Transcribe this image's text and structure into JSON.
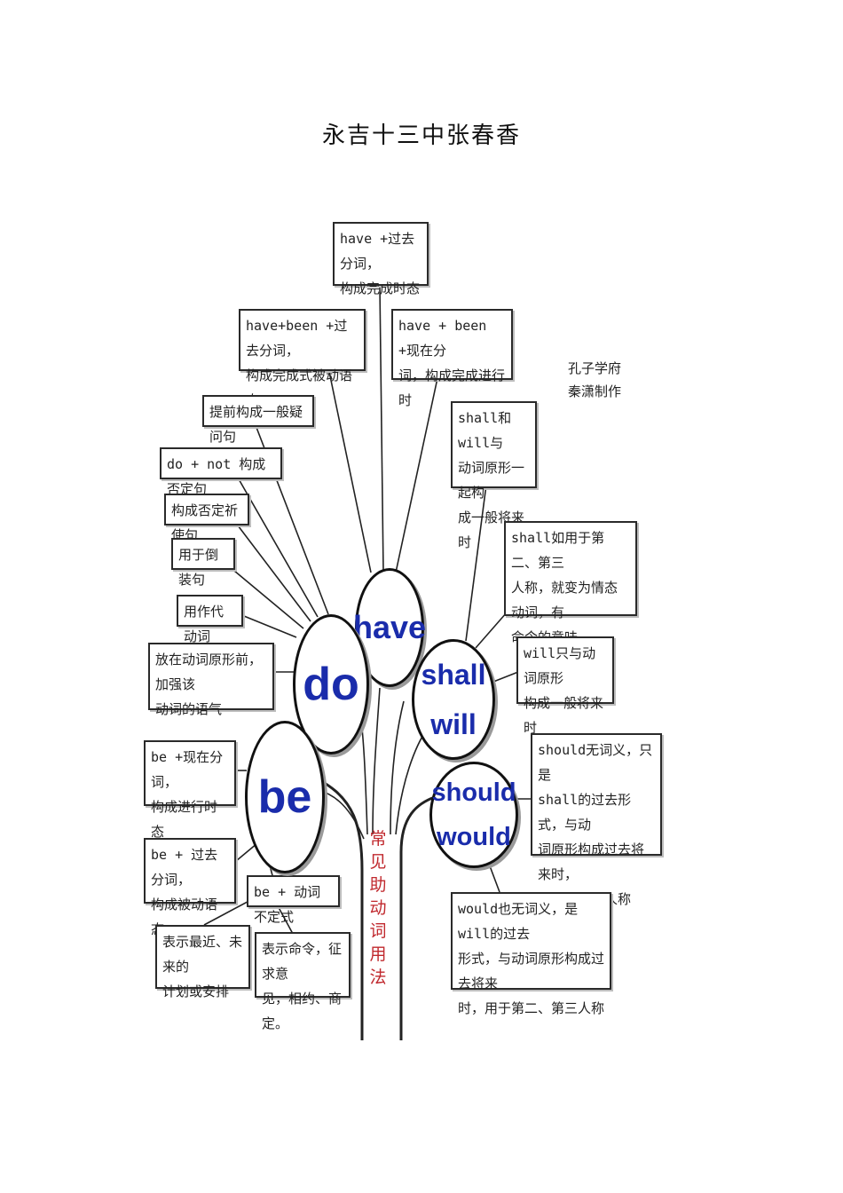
{
  "page_title": "永吉十三中张春香",
  "watermark": "孔子学府\n秦潇制作",
  "trunk_label": "常见助动词用法",
  "circles": {
    "have": "have",
    "do": "do",
    "be": "be",
    "shall_will": "shall\nwill",
    "should_would": "should\nwould"
  },
  "boxes": {
    "have_perfect": "have +过去分词，\n构成完成时态",
    "have_been_passive": "have+been +过去分词，\n构成完成式被动语态",
    "have_been_progressive": "have + been +现在分\n词，构成完成进行时",
    "do_question": "提前构成一般疑问句",
    "do_not": "do + not 构成否定句",
    "do_neg_imperative": "构成否定祈使句",
    "do_inversion": "用于倒装句",
    "do_pro_verb": "用作代动词",
    "do_emphasis": "放在动词原形前，加强该\n动词的语气",
    "shall_will_future": "shall和will与\n动词原形一起构\n成一般将来时",
    "shall_modal": "shall如用于第二、第三\n人称，就变为情态动词，有\n命令的意味",
    "will_future": "will只与动词原形\n构成一般将来时",
    "should_past": "should无词义，只是\nshall的过去形式，与动\n词原形构成过去将来时，\n只用于第一人称",
    "would_past": "would也无词义，是will的过去\n形式，与动词原形构成过去将来\n时，用于第二、第三人称",
    "be_progressive": "be +现在分词，\n构成进行时态",
    "be_passive": "be + 过去分词，\n构成被动语态",
    "be_infinitive": "be + 动词不定式",
    "be_plan": "表示最近、未来的\n计划或安排",
    "be_command": "表示命令，征求意\n见，相约、商定。"
  }
}
